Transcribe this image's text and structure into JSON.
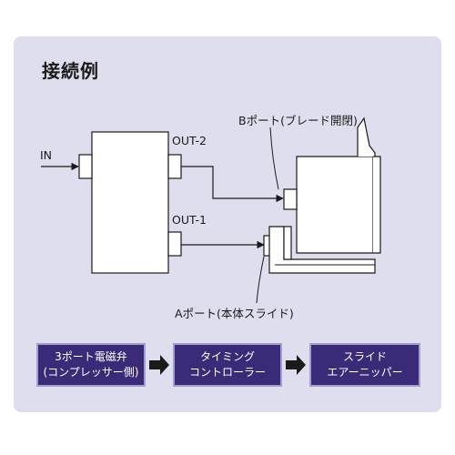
{
  "title": "接続例",
  "labels": {
    "in": "IN",
    "out2": "OUT-2",
    "out1": "OUT-1",
    "port_b": "Bポート(ブレード開閉)",
    "port_a": "Aポート(本体スライド)"
  },
  "flow": [
    {
      "line1": "3ポート電磁弁",
      "line2": "(コンプレッサー側)"
    },
    {
      "line1": "タイミング",
      "line2": "コントローラー"
    },
    {
      "line1": "スライド",
      "line2": "エアーニッパー"
    }
  ],
  "colors": {
    "panel": "#dedeef",
    "box": "#3b2a78",
    "box_border": "#9f9fd0",
    "line": "#1a1a1a"
  }
}
